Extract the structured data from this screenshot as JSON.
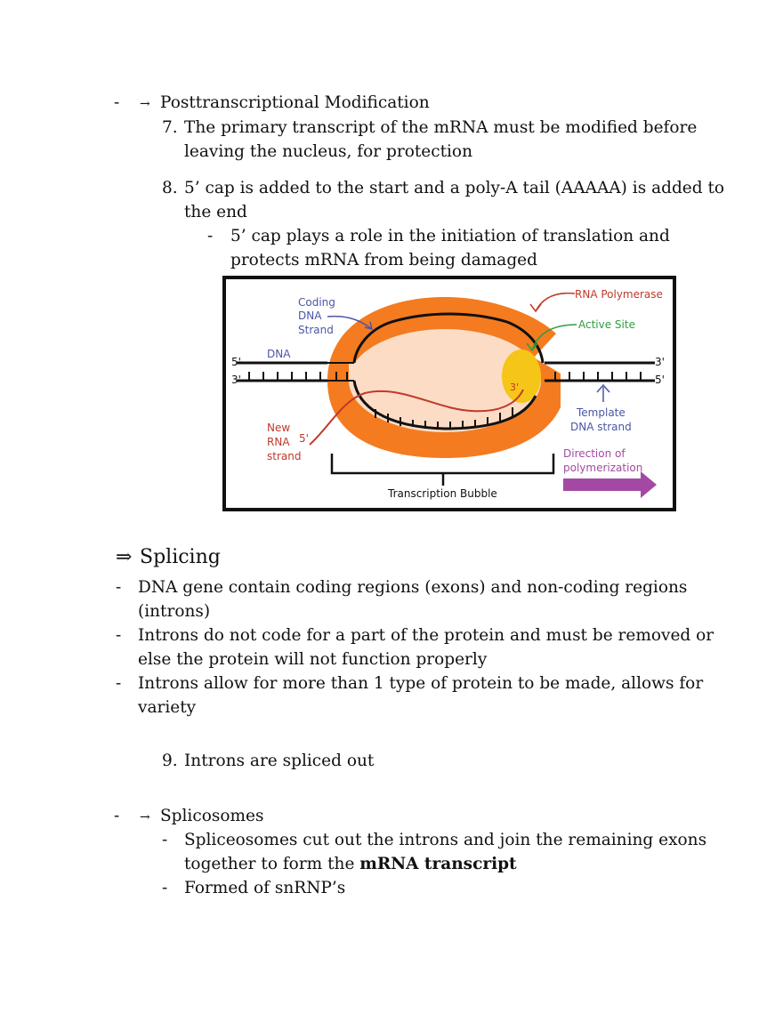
{
  "section1": {
    "bullet": "-",
    "arrow": "→",
    "title": "Posttranscriptional Modification",
    "item7": {
      "number": "7.",
      "line1": "The primary transcript of the mRNA must be modified before",
      "line2": "leaving the nucleus, for protection"
    },
    "item8": {
      "number": "8.",
      "line1": "5’ cap is added to the start and a poly-A tail (AAAAA) is added to",
      "line2": "the end",
      "sub": {
        "bullet": "-",
        "line1": "5’ cap plays a role in the initiation of translation and",
        "line2": "protects mRNA from being damaged"
      }
    }
  },
  "diagram": {
    "labels": {
      "coding1": "Coding",
      "coding2": "DNA",
      "coding3": "Strand",
      "dna": "DNA",
      "five_left": "5'",
      "three_left": "3'",
      "three_right": "3'",
      "five_right": "5'",
      "rna_pol": "RNA Polymerase",
      "active_site": "Active Site",
      "three_prime_rna": "3'",
      "template1": "Template",
      "template2": "DNA strand",
      "new1": "New",
      "new2": "RNA",
      "new3": "strand",
      "five_rna": "5'",
      "direction1": "Direction of",
      "direction2": "polymerization",
      "bubble": "Transcription Bubble"
    },
    "colors": {
      "polymerase": "#f47b20",
      "bubble_fill": "#fcdcc5",
      "active_site": "#f5c518",
      "rna": "#c0392b",
      "coding_label": "#4a56a6",
      "active_label": "#2e9e3e",
      "direction_arrow": "#a349a4"
    }
  },
  "section2": {
    "arrow": "⇒",
    "title": "Splicing",
    "b1": {
      "bullet": "-",
      "line1": "DNA gene contain coding regions (exons) and non-coding regions",
      "line2": "(introns)"
    },
    "b2": {
      "bullet": "-",
      "line1": "Introns do not code for a part of the protein and must be removed or",
      "line2": "else the protein will not function properly"
    },
    "b3": {
      "bullet": "-",
      "line1": "Introns allow for more than 1 type of protein to be made, allows for",
      "line2": "variety"
    },
    "item9": {
      "number": "9.",
      "text": "Introns are spliced out"
    }
  },
  "section3": {
    "bullet": "-",
    "arrow": "→",
    "title": "Splicosomes",
    "sub1": {
      "bullet": "-",
      "line1": "Spliceosomes cut out the introns and join the remaining exons",
      "line2_prefix": "together to form the ",
      "line2_bold": "mRNA transcript"
    },
    "sub2": {
      "bullet": "-",
      "text": "Formed of snRNP’s"
    }
  }
}
